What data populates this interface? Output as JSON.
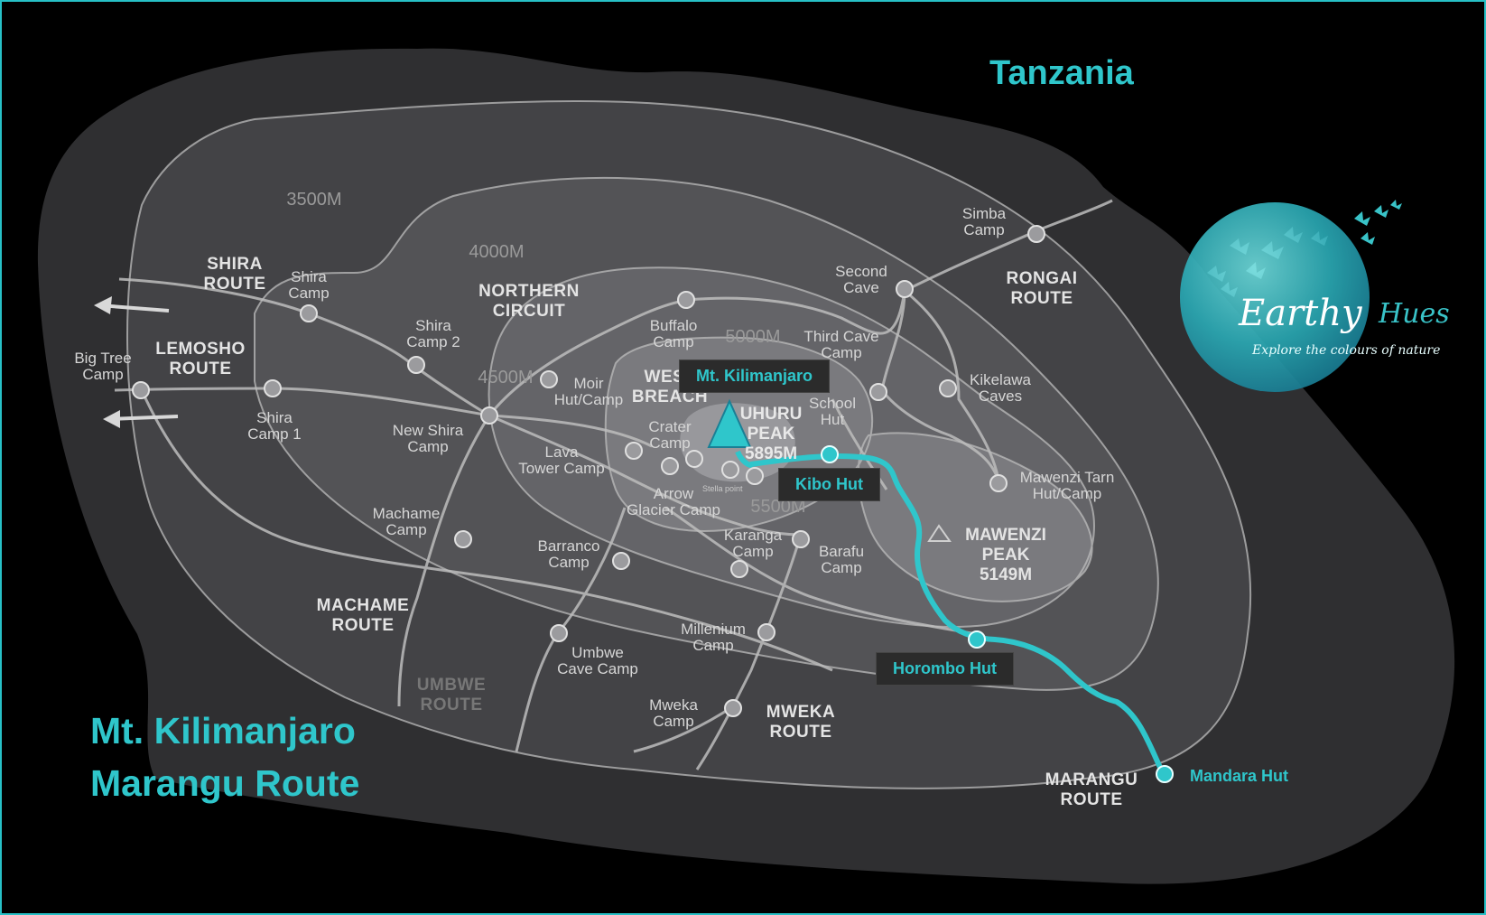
{
  "colors": {
    "accent": "#2fc6cb",
    "background": "#000000",
    "outer_land": "#2f2f31",
    "zone_3500": "#434346",
    "zone_4000": "#535356",
    "zone_4500": "#646468",
    "zone_5000": "#7a7a7e",
    "summit": "#98989c",
    "trail": "#bdbdbd",
    "route": "#2fc6cb"
  },
  "country": "Tanzania",
  "title": {
    "line1": "Mt. Kilimanjaro",
    "line2": "Marangu Route"
  },
  "logo": {
    "name": "Earthy",
    "name2": "Hues",
    "tagline": "Explore the colours of nature",
    "icon": "butterfly-icon"
  },
  "zones": [
    "3500M",
    "4000M",
    "4500M",
    "5000M",
    "5500M"
  ],
  "routes": {
    "shira": "SHIRA\nROUTE",
    "lemosho": "LEMOSHO\nROUTE",
    "northern": "NORTHERN\nCIRCUIT",
    "rongai": "RONGAI\nROUTE",
    "machame": "MACHAME\nROUTE",
    "umbwe": "UMBWE\nROUTE",
    "mweka": "MWEKA\nROUTE",
    "marangu": "MARANGU\nROUTE",
    "west_breach": "WEST\nBREACH"
  },
  "peaks": {
    "uhuru": "UHURU\nPEAK\n5895M",
    "mawenzi": "MAWENZI\nPEAK\n5149M",
    "stella": "Stella point"
  },
  "camps": {
    "big_tree": "Big Tree\nCamp",
    "shira_camp": "Shira\nCamp",
    "shira_camp_1": "Shira\nCamp 1",
    "shira_camp_2": "Shira\nCamp 2",
    "new_shira": "New Shira\nCamp",
    "buffalo": "Buffalo\nCamp",
    "moir": "Moir\nHut/Camp",
    "lava_tower": "Lava\nTower Camp",
    "crater": "Crater\nCamp",
    "arrow_glacier": "Arrow\nGlacier Camp",
    "machame": "Machame\nCamp",
    "barranco": "Barranco\nCamp",
    "karanga": "Karanga\nCamp",
    "barafu": "Barafu\nCamp",
    "millenium": "Millenium\nCamp",
    "umbwe_cave": "Umbwe\nCave Camp",
    "mweka": "Mweka\nCamp",
    "school_hut": "School\nHut",
    "third_cave": "Third Cave\nCamp",
    "second_cave": "Second\nCave",
    "simba": "Simba\nCamp",
    "kikelawa": "Kikelawa\nCaves",
    "mawenzi_tarn": "Mawenzi Tarn\nHut/Camp"
  },
  "callouts": {
    "summit": "Mt. Kilimanjaro",
    "kibo": "Kibo Hut",
    "horombo": "Horombo Hut",
    "mandara": "Mandara Hut"
  }
}
